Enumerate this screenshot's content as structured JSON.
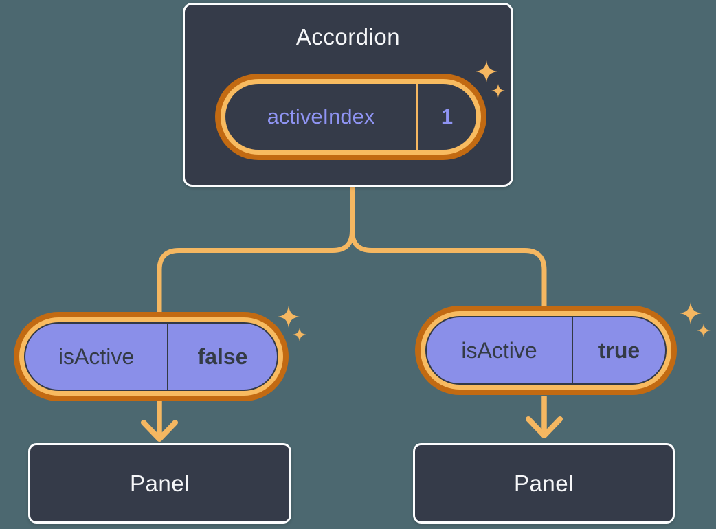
{
  "accordion": {
    "title": "Accordion",
    "state_pill": {
      "label": "activeIndex",
      "value": "1"
    }
  },
  "children": [
    {
      "prop_pill": {
        "label": "isActive",
        "value": "false"
      },
      "panel_label": "Panel"
    },
    {
      "prop_pill": {
        "label": "isActive",
        "value": "true"
      },
      "panel_label": "Panel"
    }
  ],
  "icons": {
    "sparkle": "✦"
  },
  "colors": {
    "background": "#4C6870",
    "card_fill": "#353B49",
    "card_border": "#FCFDFE",
    "ring_dark_orange": "#C26A12",
    "ring_light_orange": "#F8BB60",
    "connector_orange": "#F5B761",
    "purple_fill": "#8A8FE9",
    "purple_text": "#8F94F3",
    "dark_text": "#343B46",
    "light_text": "#F5F6F8"
  }
}
